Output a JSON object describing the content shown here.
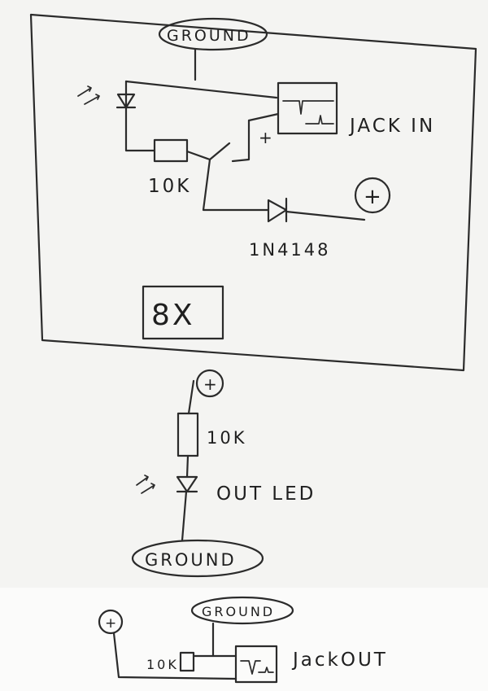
{
  "top_block": {
    "ground_label": "GROUND",
    "jack_in_label": "JACK IN",
    "resistor_label": "10K",
    "plus_terminal_label": "+",
    "small_plus_label": "+",
    "diode_label": "1N4148",
    "multiplier_label": "8X"
  },
  "middle_block": {
    "plus_label": "+",
    "resistor_label": "10K",
    "led_label": "OUT LED",
    "ground_label": "GROUND"
  },
  "bottom_block": {
    "plus_label": "+",
    "ground_label": "GROUND",
    "resistor_label": "10K",
    "jack_out_label": "JackOUT"
  },
  "colors": {
    "ink": "#2b2b2b",
    "paper": "#f4f4f2"
  }
}
